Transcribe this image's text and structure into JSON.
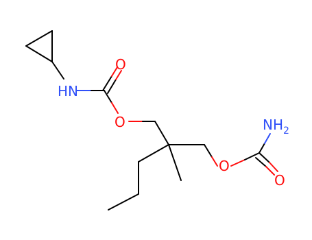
{
  "molecule": {
    "atoms": {
      "n_cyclopropyl": "HN",
      "o_carbonyl_1": "O",
      "o_ester_1": "O",
      "nh2_main": "NH",
      "nh2_sub": "2",
      "o_ester_2": "O",
      "o_carbonyl_2": "O"
    },
    "colors": {
      "bond": "#000000",
      "oxygen": "#ff0d0d",
      "nitrogen": "#3050f8",
      "background": "#ffffff"
    }
  }
}
